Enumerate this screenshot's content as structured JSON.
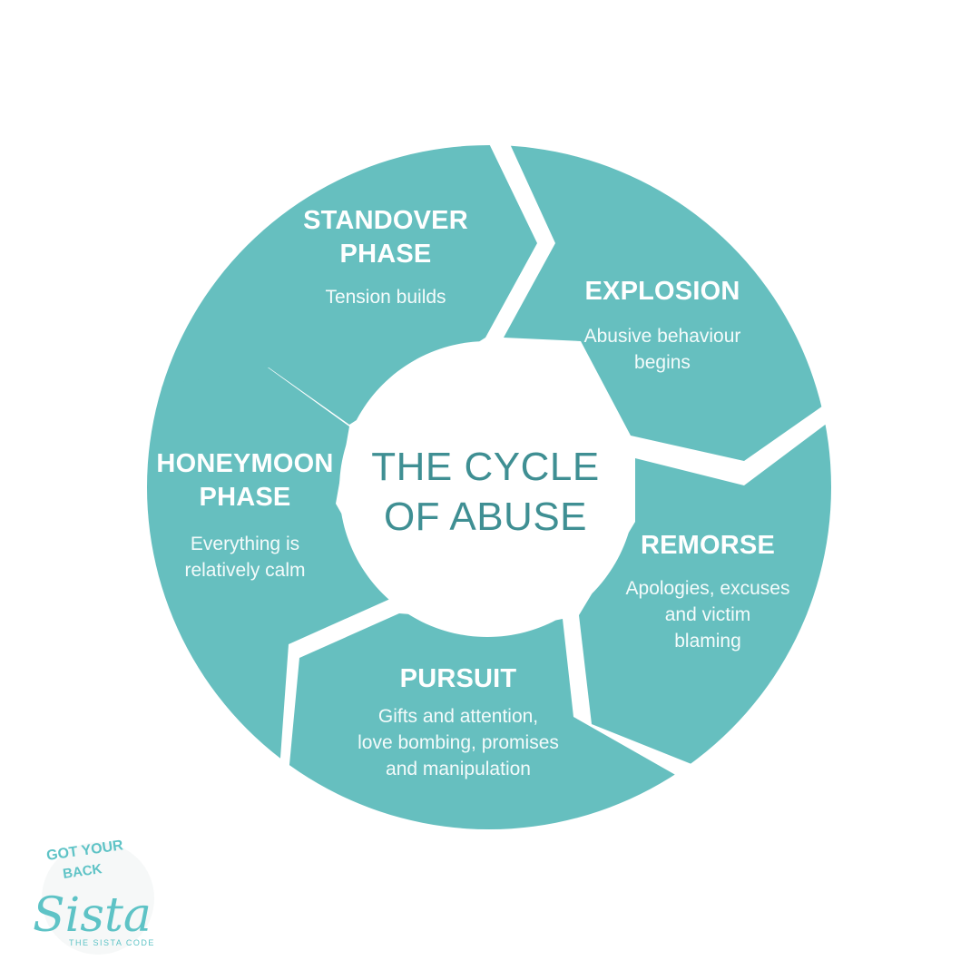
{
  "diagram": {
    "center_title": "THE CYCLE\nOF ABUSE",
    "colors": {
      "segment": "#66bfbf",
      "center_text": "#3f8f93",
      "segment_text": "#ffffff",
      "background": "#ffffff"
    },
    "phases": [
      {
        "id": "standover",
        "title": "STANDOVER\nPHASE",
        "description": "Tension builds"
      },
      {
        "id": "explosion",
        "title": "EXPLOSION",
        "description": "Abusive behaviour\nbegins"
      },
      {
        "id": "remorse",
        "title": "REMORSE",
        "description": "Apologies, excuses\nand victim\nblaming"
      },
      {
        "id": "pursuit",
        "title": "PURSUIT",
        "description": "Gifts and attention,\nlove bombing, promises\nand manipulation"
      },
      {
        "id": "honeymoon",
        "title": "HONEYMOON\nPHASE",
        "description": "Everything is\nrelatively calm"
      }
    ]
  },
  "logo": {
    "line1": "GOT YOUR",
    "line2": "BACK",
    "script": "Sista",
    "tagline": "THE SISTA CODE",
    "color": "#5ec3c6"
  }
}
